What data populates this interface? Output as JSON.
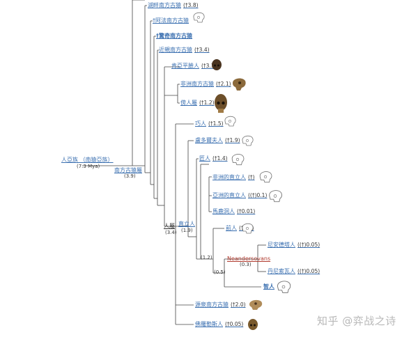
{
  "root": {
    "label": "人亞族 （南猿亞族）",
    "date": "(7.3 Mya)"
  },
  "australopithecus": {
    "label": "南方古猿屬",
    "date": "(3.9)"
  },
  "homo": {
    "label": "人屬",
    "date": "(3.4)"
  },
  "erectus": {
    "label": "直立人",
    "date": "(1.9)"
  },
  "neandersovans": {
    "label": "Neandersovans",
    "date": "(0.3)"
  },
  "internal_dates": {
    "d12": "(1.2)",
    "d05": "(0.5)"
  },
  "leaves": [
    {
      "label": "湖畔南方古猿",
      "suffix": "(†3.8)"
    },
    {
      "label": "†阿法南方古猿",
      "suffix": ""
    },
    {
      "label": "†驚奇南方古猿",
      "suffix": ""
    },
    {
      "label": "近親南方古猿",
      "suffix": "(†3.4)"
    },
    {
      "label": "肯亞平臉人",
      "suffix": "(†3.3)"
    },
    {
      "label": "非洲南方古猿",
      "suffix": "(†2.1)"
    },
    {
      "label": "傍人屬",
      "suffix": "(†1.2)"
    },
    {
      "label": "巧人",
      "suffix": "(†1.5)"
    },
    {
      "label": "盧多爾夫人",
      "suffix": "(†1.9)"
    },
    {
      "label": "匠人",
      "suffix": "(†1.4)"
    },
    {
      "label": "非洲的直立人",
      "suffix": "(†)"
    },
    {
      "label": "亞洲的直立人",
      "suffix": "((†)0.1)"
    },
    {
      "label": "馬鹿洞人",
      "suffix": "(†0.01)"
    },
    {
      "label": "前人",
      "suffix": "(†0.8)"
    },
    {
      "label": "尼安德塔人",
      "suffix": "((†)0.05)"
    },
    {
      "label": "丹尼索瓦人",
      "suffix": "((†)0.05)"
    },
    {
      "label": "智人",
      "suffix": ""
    },
    {
      "label": "源泉南方古猿",
      "suffix": "(†2.0)"
    },
    {
      "label": "佛羅勒斯人",
      "suffix": "(†0.05)"
    }
  ],
  "watermark": "知乎 @弈战之诗"
}
